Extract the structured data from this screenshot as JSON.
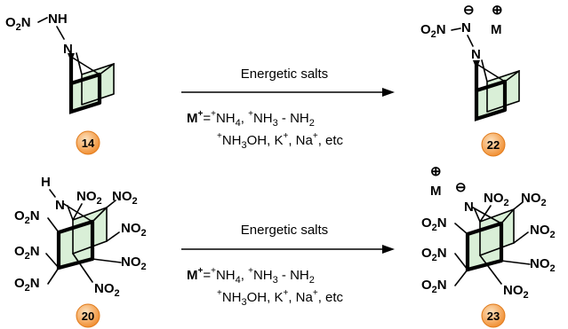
{
  "reactions": [
    {
      "reactant": {
        "number": "14",
        "label_O2N": "O",
        "label_NH": "NH",
        "label_N": "N"
      },
      "product": {
        "number": "22",
        "label_O2N": "O",
        "label_N1": "N",
        "label_N2": "N",
        "label_N3": "N",
        "charge_minus": "⊖",
        "charge_plus": "⊕",
        "cation": "M"
      },
      "arrow_above": "Energetic salts",
      "cond_line1_prefix": "M",
      "cond_line1_rest": "=",
      "cond_line1_a": "NH",
      "cond_line1_b": "NH",
      "cond_line1_c": " - NH",
      "cond_line2_a": "NH",
      "cond_line2_b": "OH, K",
      "cond_line2_c": ", Na",
      "cond_line2_d": ", etc"
    },
    {
      "reactant": {
        "number": "20",
        "label_H": "H",
        "label_N": "N"
      },
      "product": {
        "number": "23",
        "label_N": "N",
        "charge_minus": "⊖",
        "charge_plus": "⊕",
        "cation": "M"
      },
      "arrow_above": "Energetic salts",
      "cond_line1_prefix": "M",
      "cond_line1_rest": "=",
      "cond_line1_a": "NH",
      "cond_line1_b": "NH",
      "cond_line1_c": " - NH",
      "cond_line2_a": "NH",
      "cond_line2_b": "OH, K",
      "cond_line2_c": ", Na",
      "cond_line2_d": ", etc"
    }
  ],
  "groups": {
    "no2_O": "NO",
    "o2n_O": "O",
    "o2n_N": "N",
    "sub2": "2",
    "sup_plus": "+",
    "sub4": "4",
    "sub3": "3"
  },
  "colors": {
    "badge_fill": "#f39a3c",
    "badge_inner": "#fbd2a0",
    "cube_face": "#d9efd7"
  }
}
